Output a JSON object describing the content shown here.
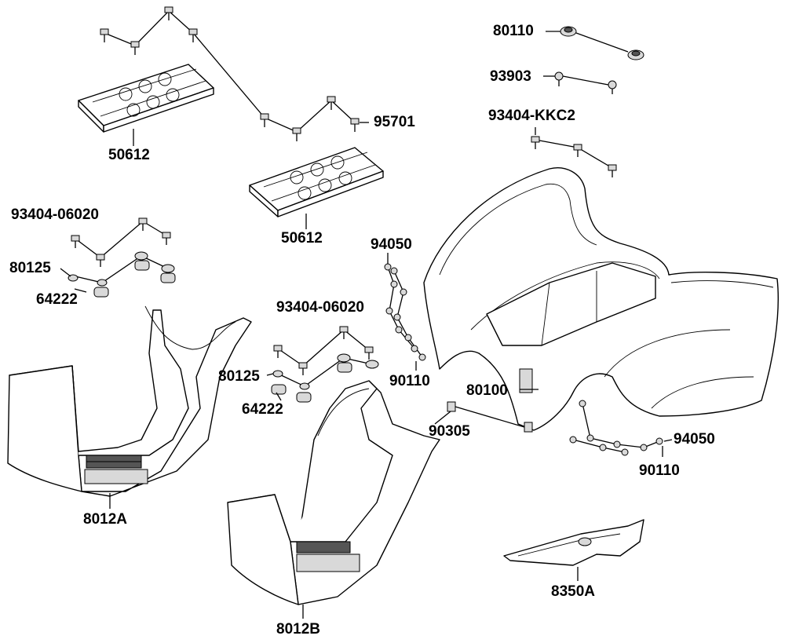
{
  "labels": {
    "l80110_top": "80110",
    "l93903": "93903",
    "l93404_kkc2": "93404-KKC2",
    "l95701": "95701",
    "l50612_a": "50612",
    "l50612_b": "50612",
    "l93404_06020_a": "93404-06020",
    "l80125_a": "80125",
    "l64222_a": "64222",
    "l94050_a": "94050",
    "l93404_06020_b": "93404-06020",
    "l80125_b": "80125",
    "l64222_b": "64222",
    "l90110_a": "90110",
    "l80100": "80100",
    "l90305": "90305",
    "l94050_b": "94050",
    "l90110_b": "90110",
    "l8012A": "8012A",
    "l8012B": "8012B",
    "l8350A": "8350A"
  }
}
